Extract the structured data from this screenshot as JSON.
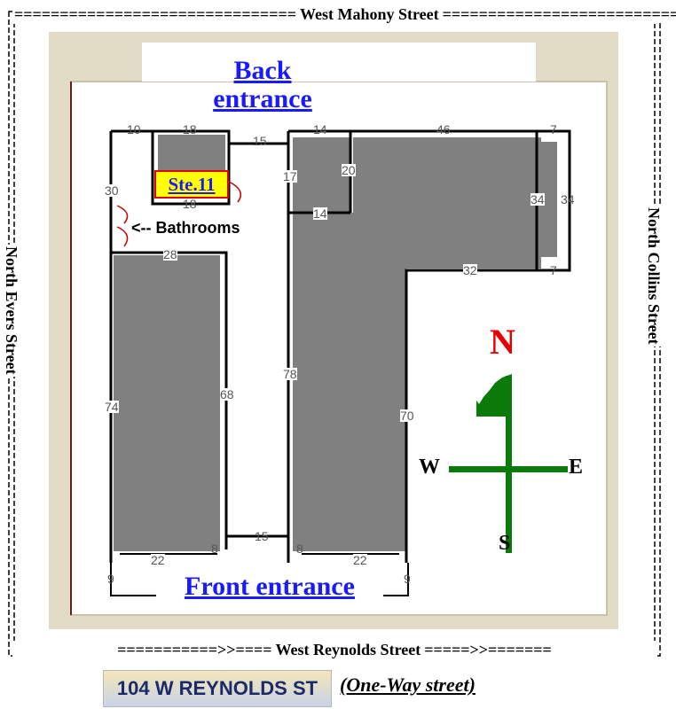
{
  "streets": {
    "north": "West Mahony Street",
    "south": "West Reynolds Street",
    "west": "North Evers Street",
    "east": "North Collins Street"
  },
  "south_street_arrows_left": "===========>>====",
  "south_street_arrows_right": "=====>>=======",
  "top_street_rule_left": "===============================",
  "top_street_rule_right": "===============================",
  "entrances": {
    "back": "Back entrance",
    "front": "Front entrance"
  },
  "suite": "Ste.11",
  "bathrooms": "<-- Bathrooms",
  "dimensions": [
    {
      "id": "d10",
      "text": "10"
    },
    {
      "id": "d18a",
      "text": "18"
    },
    {
      "id": "d15a",
      "text": "15"
    },
    {
      "id": "d14a",
      "text": "14"
    },
    {
      "id": "d46",
      "text": "46"
    },
    {
      "id": "d7a",
      "text": "7"
    },
    {
      "id": "d30",
      "text": "30"
    },
    {
      "id": "d18b",
      "text": "18"
    },
    {
      "id": "d17",
      "text": "17"
    },
    {
      "id": "d20",
      "text": "20"
    },
    {
      "id": "d34a",
      "text": "34"
    },
    {
      "id": "d34b",
      "text": "34"
    },
    {
      "id": "d14b",
      "text": "14"
    },
    {
      "id": "d28",
      "text": "28"
    },
    {
      "id": "d32",
      "text": "32"
    },
    {
      "id": "d7b",
      "text": "7"
    },
    {
      "id": "d78",
      "text": "78"
    },
    {
      "id": "d74",
      "text": "74"
    },
    {
      "id": "d68",
      "text": "68"
    },
    {
      "id": "d70",
      "text": "70"
    },
    {
      "id": "d15b",
      "text": "15"
    },
    {
      "id": "d8a",
      "text": "8"
    },
    {
      "id": "d8b",
      "text": "8"
    },
    {
      "id": "d22a",
      "text": "22"
    },
    {
      "id": "d22b",
      "text": "22"
    },
    {
      "id": "d9a",
      "text": "9"
    },
    {
      "id": "d9b",
      "text": "9"
    }
  ],
  "compass": {
    "n": "N",
    "s": "S",
    "e": "E",
    "w": "W"
  },
  "address": "104 W REYNOLDS ST",
  "street_note": "(One-Way street)",
  "colors": {
    "room_fill": "#808080",
    "frame_tan": "#e2dcc6",
    "wall": "#000000",
    "compass_green": "#0a7a0a",
    "north_red": "#e80000",
    "label_blue": "#1a1aff",
    "suite_yellow": "#ffff00"
  }
}
